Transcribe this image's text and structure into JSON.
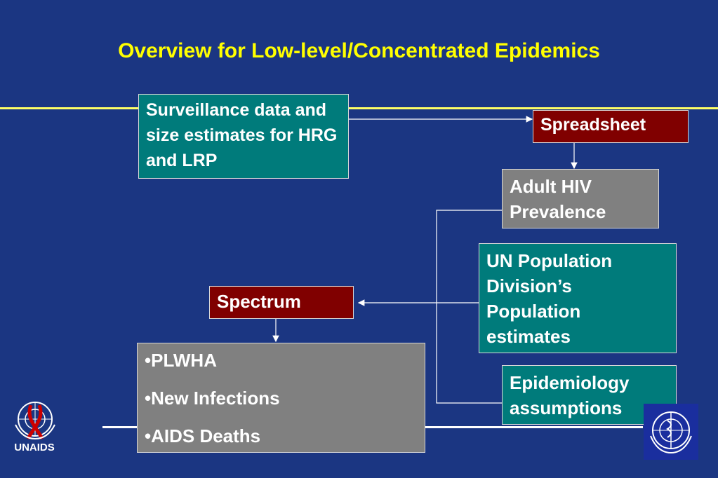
{
  "title": "Overview for Low-level/Concentrated Epidemics",
  "boxes": {
    "surveillance": "Surveillance data and size estimates for HRG and LRP",
    "spreadsheet": "Spreadsheet",
    "adult_hiv": "Adult HIV Prevalence",
    "un_population": "UN Population Division’s Population estimates",
    "epidemiology": "Epidemiology assumptions",
    "spectrum": "Spectrum",
    "outputs": [
      "•PLWHA",
      "•New Infections",
      "•AIDS Deaths"
    ]
  },
  "logo": {
    "unaids_label": "UNAIDS"
  },
  "colors": {
    "background": "#1b3682",
    "title": "#ffff00",
    "teal": "#007b7b",
    "gray": "#808080",
    "red": "#800000"
  }
}
